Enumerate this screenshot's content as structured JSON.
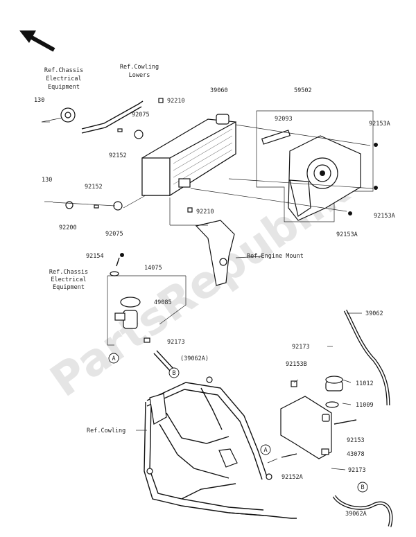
{
  "watermark": "PartsRepublik",
  "labels": {
    "ref_chassis_1_line1": "Ref.Chassis",
    "ref_chassis_1_line2": "Electrical",
    "ref_chassis_1_line3": "Equipment",
    "ref_cowling_lowers_line1": "Ref.Cowling",
    "ref_cowling_lowers_line2": "Lowers",
    "p130_a": "130",
    "p92210_a": "92210",
    "p39060": "39060",
    "p59502": "59502",
    "p92075_a": "92075",
    "p92093": "92093",
    "p92153A_a": "92153A",
    "p92152_a": "92152",
    "p130_b": "130",
    "p92152_b": "92152",
    "p92200": "92200",
    "p92075_b": "92075",
    "p92210_b": "92210",
    "p92153A_b": "92153A",
    "p92153A_c": "92153A",
    "p92154": "92154",
    "p14075": "14075",
    "ref_engine_mount": "Ref.Engine Mount",
    "ref_chassis_2_line1": "Ref.Chassis",
    "ref_chassis_2_line2": "Electrical",
    "ref_chassis_2_line3": "Equipment",
    "p49085": "49085",
    "p92173_a": "92173",
    "p39062A_paren": "(39062A)",
    "p39062": "39062",
    "p92173_b": "92173",
    "p92153B": "92153B",
    "p11012": "11012",
    "p11009": "11009",
    "ref_cowling": "Ref.Cowling",
    "p92153": "92153",
    "p43078": "43078",
    "p92152A": "92152A",
    "p92173_c": "92173",
    "p39062A": "39062A",
    "marker_a": "A",
    "marker_b": "B"
  }
}
